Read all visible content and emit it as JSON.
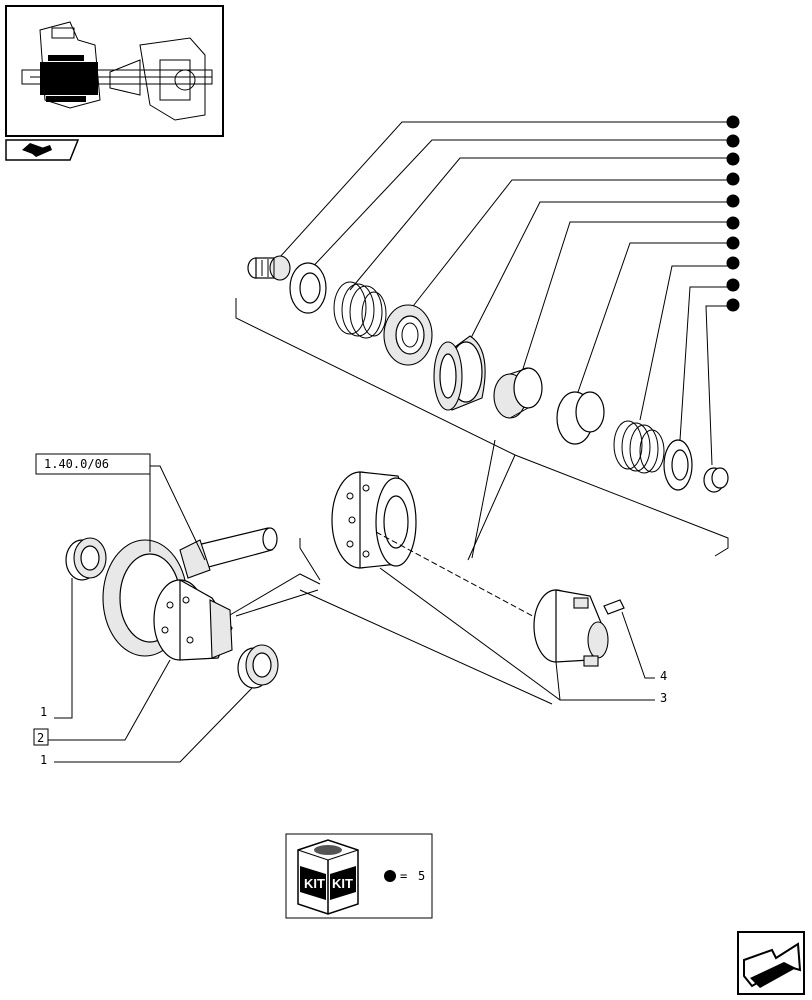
{
  "reference_label": "1.40.0/06",
  "callouts": [
    {
      "id": "c1-top",
      "text": "1"
    },
    {
      "id": "c2",
      "text": "2"
    },
    {
      "id": "c1-bottom",
      "text": "1"
    },
    {
      "id": "c3",
      "text": "3"
    },
    {
      "id": "c4",
      "text": "4"
    }
  ],
  "kit_legend": {
    "kit_word_left": "KIT",
    "kit_word_right": "KIT",
    "equals": "=",
    "value": "5"
  },
  "kit_marker_count": 10,
  "icons": [
    "thumbnail-axle-icon",
    "page-back-icon",
    "page-forward-icon",
    "kit-box-icon",
    "kit-bullet-icon"
  ]
}
